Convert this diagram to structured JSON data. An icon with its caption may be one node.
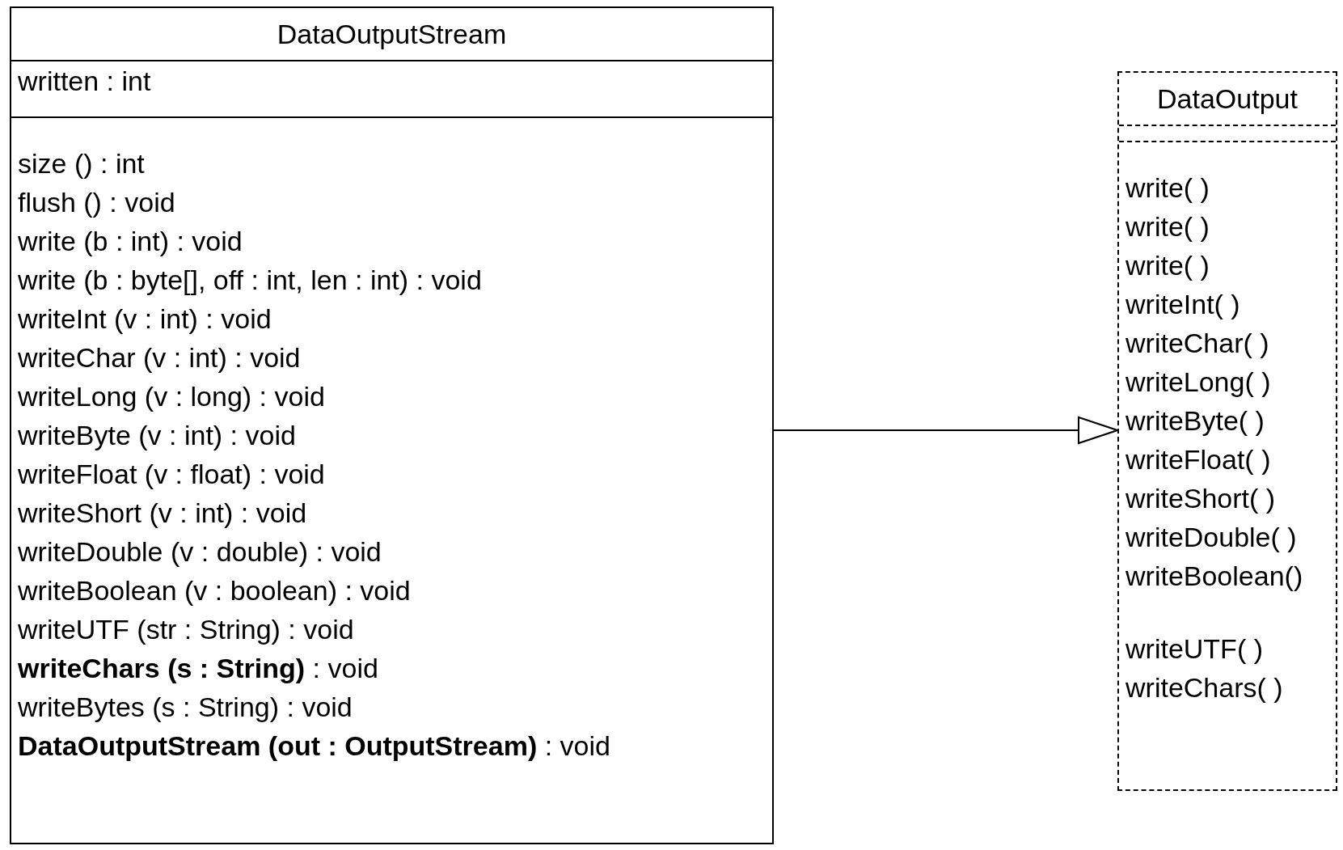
{
  "diagram": {
    "nodes": [
      {
        "text": [
          "DataOutputStream",
          "written : int",
          "size () : int",
          "flush () : void",
          "write (b : int) : void",
          "write (b : byte[], off : int, len : int) : void",
          "writeInt (v : int) : void",
          "writeChar (v : int) : void",
          "writeLong (v : long) : void",
          "writeByte (v : int) : void",
          "writeFloat (v : float) : void",
          "writeShort (v : int) : void",
          "writeDouble (v : double) : void",
          "writeBoolean (v : boolean) : void",
          "writeUTF (str : String) : void",
          "**writeChars (s : String)** : void",
          "writeBytes (s : String) : void",
          "**DataOutputStream (out : OutputStream)** : void"
        ]
      },
      {
        "text": [
          "DataOutput",
          "write( )",
          "write( )",
          "write( )",
          "writeInt( )",
          "writeChar( )",
          "writeLong( )",
          "writeByte( )",
          "writeFloat( )",
          "writeShort( )",
          "writeDouble( )",
          "writeBoolean()",
          "writeUTF( )",
          "writeChars( )"
        ]
      }
    ],
    "edges": [
      {
        "from": 0,
        "to": 1,
        "arrow": "to"
      }
    ]
  }
}
